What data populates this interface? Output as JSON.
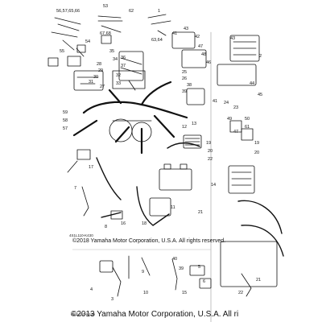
{
  "copyright_main": "©2018 Yamaha Motor Corporation, U.S.A. All rights reserved.",
  "copyright_bottom": "©2013 Yamaha Motor Corporation, U.S.A. All ri",
  "diagram_code_top": "4S1L110-K430",
  "diagram_code_bottom": "4S1L110-K430",
  "callouts": {
    "c01": "56,57,65,66",
    "c02": "53",
    "c03": "62",
    "c04": "1",
    "c05": "63,64",
    "c06": "67,68",
    "c07": "55",
    "c08": "54",
    "c09": "43",
    "c10": "41",
    "c11": "42",
    "c12": "47",
    "c13": "48",
    "c14": "36",
    "c15": "37",
    "c16": "35",
    "c17": "34",
    "c18": "32",
    "c19": "33",
    "c20": "29",
    "c21": "28",
    "c22": "27",
    "c23": "30",
    "c24": "31",
    "c25": "43",
    "c26": "2",
    "c27": "46",
    "c28": "44",
    "c29": "45",
    "c30": "25",
    "c31": "26",
    "c32": "38",
    "c33": "39",
    "c34": "59",
    "c35": "58",
    "c36": "57",
    "c37": "23",
    "c38": "24",
    "c39": "41",
    "c40": "50",
    "c41": "49",
    "c42": "61",
    "c43": "47",
    "c44": "12",
    "c45": "13",
    "c46": "19",
    "c47": "20",
    "c48": "22",
    "c49": "14",
    "c50": "21",
    "c51": "11",
    "c52": "19",
    "c53": "20",
    "c54": "7",
    "c55": "3",
    "c56": "4",
    "c57": "9",
    "c58": "10",
    "c59": "40",
    "c60": "39",
    "c61": "15",
    "c62": "5",
    "c63": "6",
    "c64": "8",
    "c65": "21",
    "c66": "22",
    "c67": "17",
    "c68": "16",
    "c69": "18"
  }
}
